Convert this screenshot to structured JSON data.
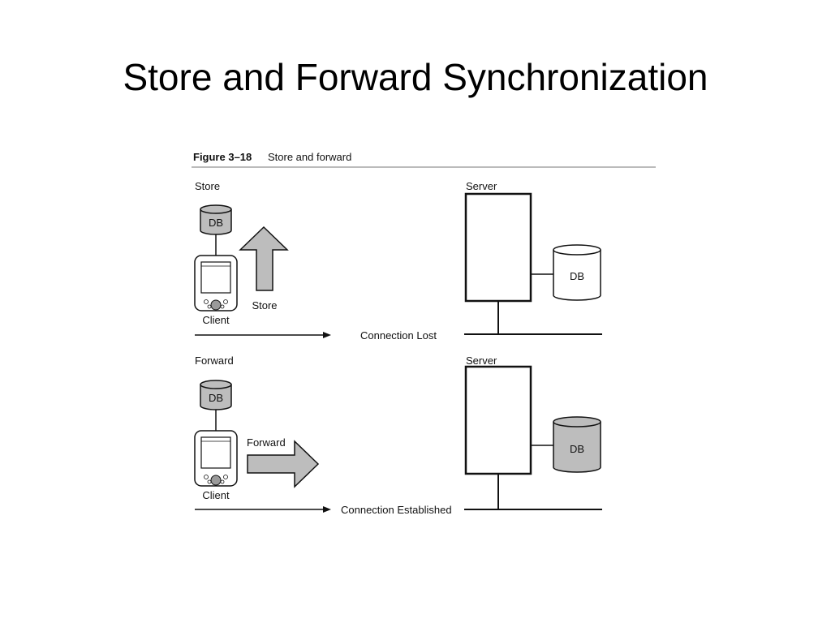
{
  "slide": {
    "title": "Store and Forward Synchronization"
  },
  "figure": {
    "number": "Figure 3–18",
    "caption": "Store and forward"
  },
  "store_panel": {
    "section_label": "Store",
    "client_db_label": "DB",
    "arrow_label": "Store",
    "client_label": "Client",
    "server_label": "Server",
    "server_db_label": "DB",
    "connection_label": "Connection Lost"
  },
  "forward_panel": {
    "section_label": "Forward",
    "client_db_label": "DB",
    "arrow_label": "Forward",
    "client_label": "Client",
    "server_label": "Server",
    "server_db_label": "DB",
    "connection_label": "Connection Established"
  },
  "colors": {
    "shaded_db": "#bdbdbd",
    "arrow_fill": "#bdbdbd",
    "line": "#111111"
  }
}
